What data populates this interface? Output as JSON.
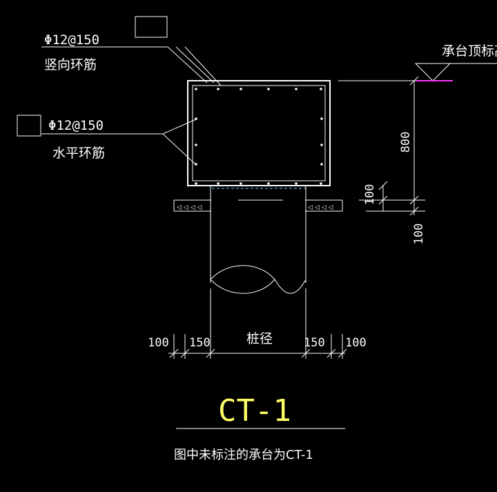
{
  "vertical_rebar": {
    "spec": "Φ12@150",
    "name": "竖向环筋"
  },
  "horizontal_rebar": {
    "spec": "Φ12@150",
    "name": "水平环筋"
  },
  "cap_top_label": "承台顶标高",
  "dims": {
    "height": "800",
    "cover_top": "100",
    "cover_bottom": "100",
    "left_outer": "100",
    "left_inner": "150",
    "pile": "桩径",
    "right_inner": "150",
    "right_outer": "100"
  },
  "title": "CT-1",
  "note": "图中未标注的承台为CT-1",
  "colors": {
    "background": "#000000",
    "lines": "#ffffff",
    "title": "#ffff66",
    "dashed": "#66ccff",
    "level_mark": "#ff33ff"
  }
}
